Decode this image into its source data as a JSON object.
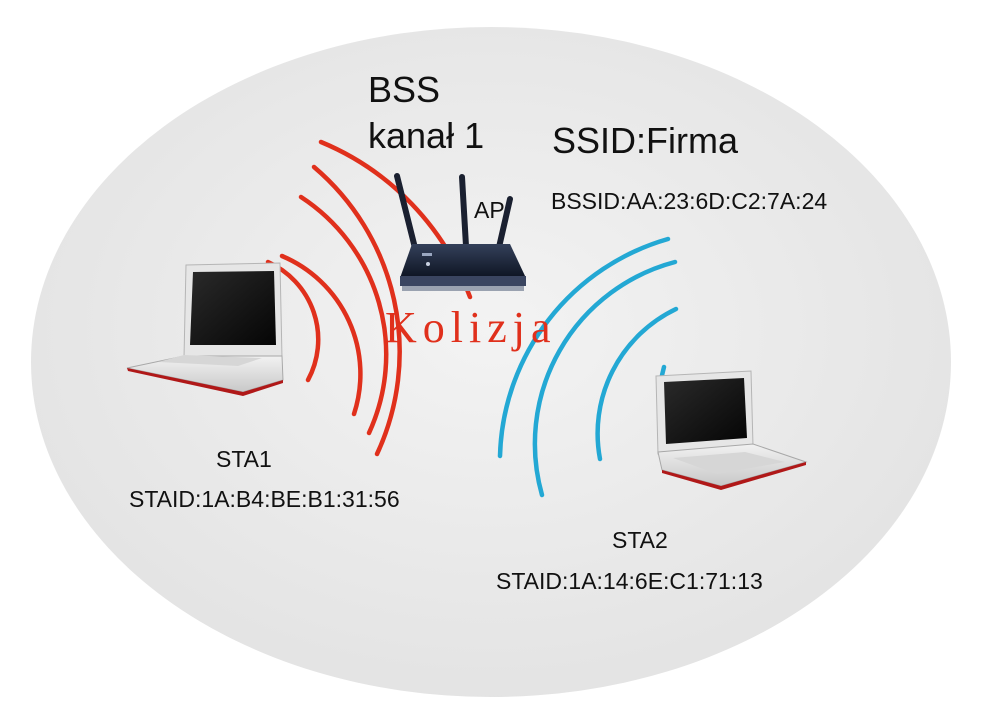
{
  "bss_label": "BSS",
  "channel_label": "kanał 1",
  "ssid_label": "SSID:Firma",
  "ap_label": "AP",
  "bssid_label": "BSSID:AA:23:6D:C2:7A:24",
  "collision_label": "Kolizja",
  "sta1": {
    "name": "STA1",
    "id": "STAID:1A:B4:BE:B1:31:56"
  },
  "sta2": {
    "name": "STA2",
    "id": "STAID:1A:14:6E:C1:71:13"
  },
  "colors": {
    "bss_area": "#e9e9e9",
    "sta1_waves": "#e0301c",
    "sta2_waves": "#23a8d4",
    "collision_text": "#e0301c",
    "text": "#111111"
  },
  "icons": [
    "wireless-router-icon",
    "laptop-icon"
  ]
}
